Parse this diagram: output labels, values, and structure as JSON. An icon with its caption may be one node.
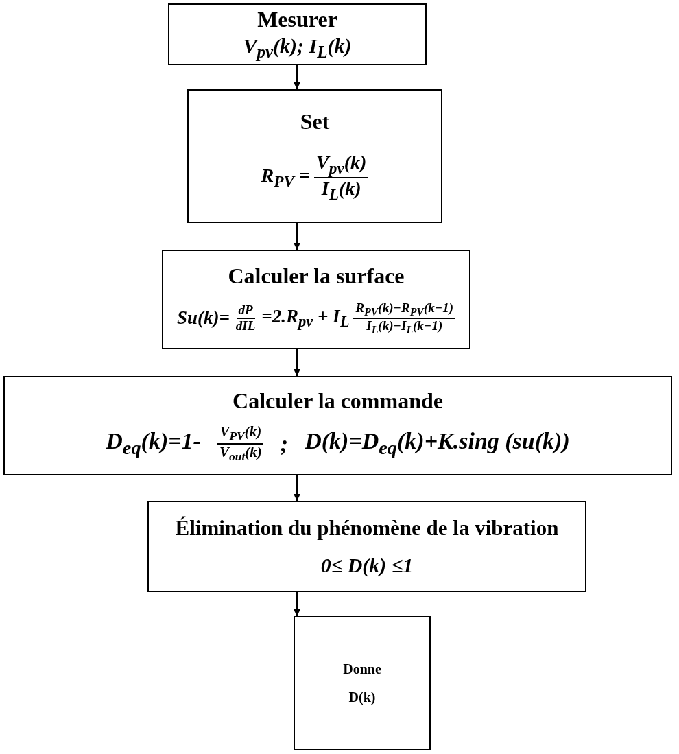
{
  "diagram": {
    "nodes": [
      {
        "text": [
          "Mesurer",
          "V$_{pv}$(k); I$_{L}$(k)"
        ]
      },
      {
        "text": [
          "Set",
          "R$_{PV}$ =",
          "V$_{pv}$(k)",
          "I$_{L}$(k)"
        ]
      },
      {
        "text": [
          "Calculer la surface",
          "Su(k)=",
          "dP",
          "dIL",
          "=2.R$_{pv}$ + I$_{L}$",
          "R$_{PV}$(k)−R$_{PV}$(k−1)",
          "I$_{L}$(k)−I$_{L}$(k−1)"
        ]
      },
      {
        "text": [
          "Calculer la commande",
          "D$_{eq}$(k)=1-",
          "V$_{PV}$(k)",
          "V$_{out}$(k)",
          ";",
          "D(k)=D$_{eq}$(k)+K.sing (su(k))"
        ]
      },
      {
        "text": [
          "Élimination du phénomène de la vibration",
          "0≤ D(k) ≤1"
        ]
      },
      {
        "text": [
          "Donne",
          "D(k)"
        ]
      }
    ],
    "edges": [
      {
        "from": 0,
        "to": 1,
        "arrow": "to"
      },
      {
        "from": 1,
        "to": 2,
        "arrow": "to"
      },
      {
        "from": 2,
        "to": 3,
        "arrow": "to"
      },
      {
        "from": 3,
        "to": 4,
        "arrow": "to"
      },
      {
        "from": 4,
        "to": 5,
        "arrow": "to"
      }
    ]
  }
}
